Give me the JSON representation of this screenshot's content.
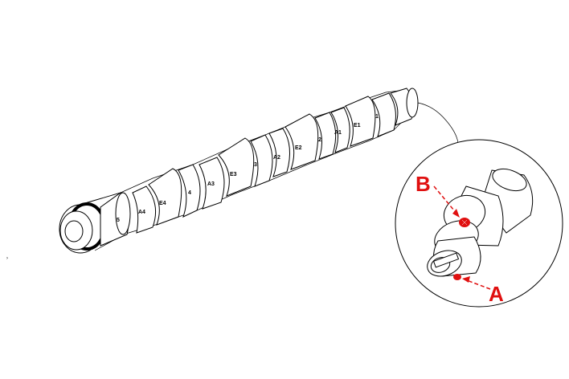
{
  "lobe_labels": [
    "5",
    "A4",
    "E4",
    "4",
    "A3",
    "E3",
    "3",
    "A2",
    "E2",
    "2",
    "A1",
    "E1",
    "1"
  ],
  "callouts": {
    "a": "A",
    "b": "B"
  },
  "colors": {
    "line": "#000000",
    "callout": "#e01010",
    "background": "#ffffff"
  }
}
